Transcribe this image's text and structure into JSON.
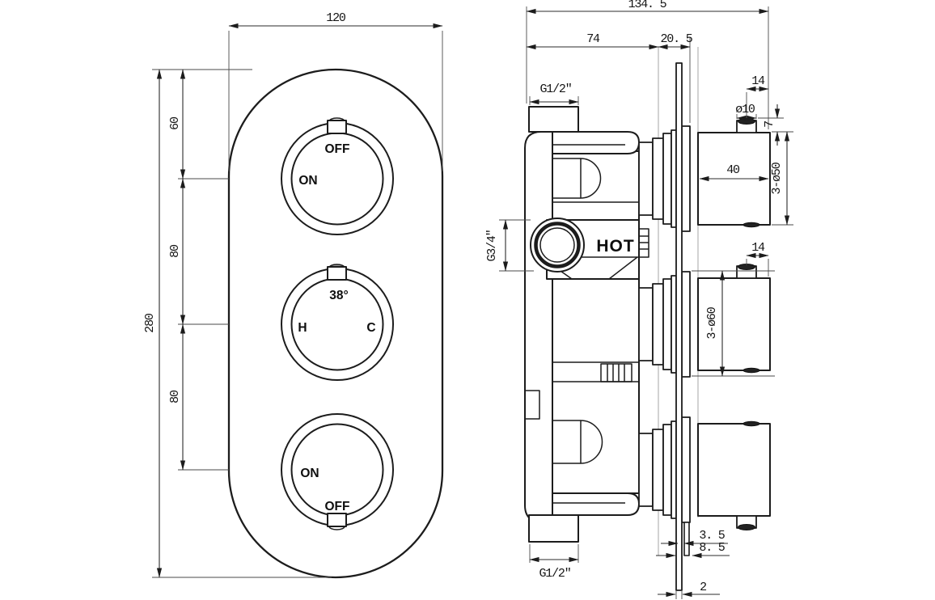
{
  "front_view": {
    "dims": {
      "width": "120",
      "height": "280",
      "top_offset": "60",
      "pitch_1": "80",
      "pitch_2": "80"
    },
    "dial_top": {
      "label_off": "OFF",
      "label_on": "ON"
    },
    "dial_middle": {
      "label_temp": "38°",
      "label_hot": "H",
      "label_cold": "C"
    },
    "dial_bottom": {
      "label_on": "ON",
      "label_off": "OFF"
    }
  },
  "side_view": {
    "ports": {
      "top_inlet": "G1/2″",
      "bottom_outlet": "G1/2″",
      "hot_inlet": "G3/4″",
      "hot_label": "HOT"
    },
    "dims": {
      "overall_depth": "134. 5",
      "body_depth": "74",
      "trim_depth": "20. 5",
      "pin_offset_top": "14",
      "pin_dia": "ø10",
      "pin_height": "7",
      "handle_length": "40",
      "handle_dia": "3-ø50",
      "pin_offset_mid": "14",
      "trim_ring_dia": "3-ø60",
      "gap_a": "3. 5",
      "gap_b": "8. 5",
      "plate_thickness": "2"
    }
  }
}
